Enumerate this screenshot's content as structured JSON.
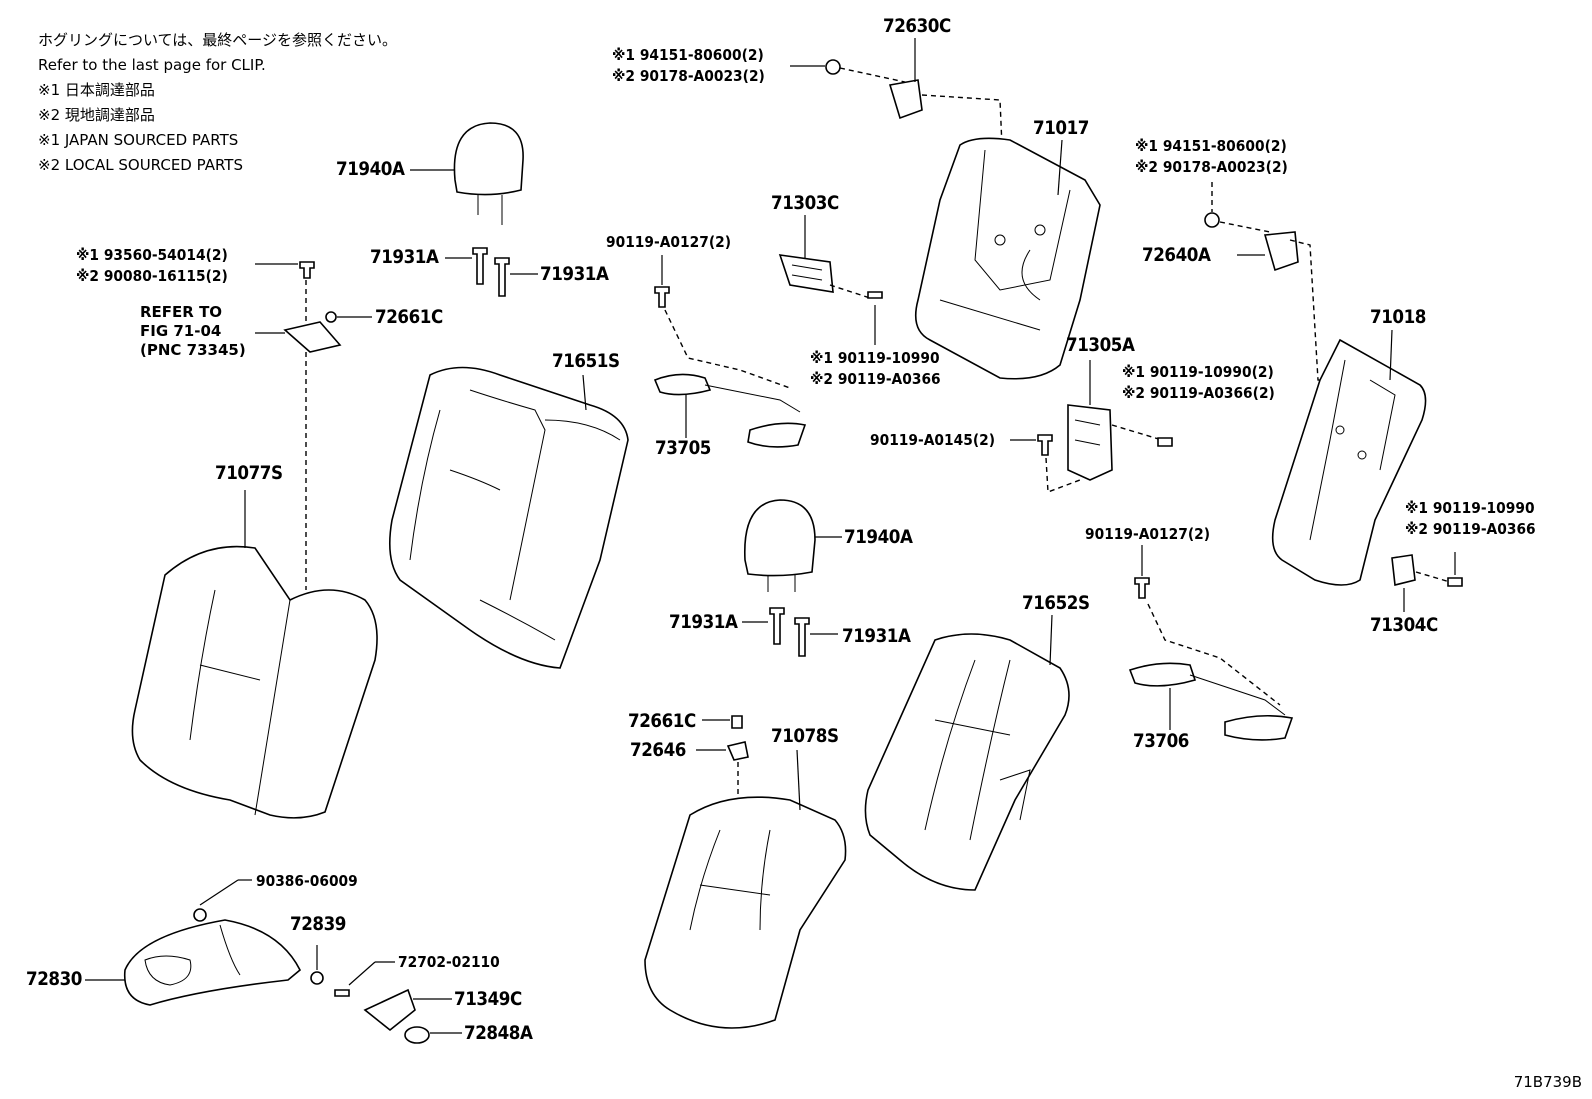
{
  "notes": [
    "ホグリングについては、最終ページを参照ください。",
    "Refer to the last page for CLIP.",
    "※1 日本調達部品",
    "※2 現地調達部品",
    "※1 JAPAN SOURCED PARTS",
    "※2 LOCAL SOURCED PARTS"
  ],
  "reference": [
    "REFER TO",
    "FIG 71-04",
    "(PNC 73345)"
  ],
  "labels": {
    "l72630C": "72630C",
    "l71017": "71017",
    "l71940A_a": "71940A",
    "l71931A_a": "71931A",
    "l71931A_b": "71931A",
    "l72661C_a": "72661C",
    "l71303C": "71303C",
    "l71651S": "71651S",
    "l71077S": "71077S",
    "l73705": "73705",
    "l72640A": "72640A",
    "l71018": "71018",
    "l71305A": "71305A",
    "l71940A_b": "71940A",
    "l71931A_c": "71931A",
    "l71931A_d": "71931A",
    "l72661C_b": "72661C",
    "l72646": "72646",
    "l71078S": "71078S",
    "l71652S": "71652S",
    "l73706": "73706",
    "l71304C": "71304C",
    "l72830": "72830",
    "l72839": "72839",
    "l71349C": "71349C",
    "l72848A": "72848A",
    "l90386": "90386-06009",
    "l72702": "72702-02110",
    "l90119_0127a": "90119-A0127(2)",
    "l90119_0127b": "90119-A0127(2)",
    "l90119_0145": "90119-A0145(2)"
  },
  "pairs": {
    "p72630C": [
      "※1 94151-80600(2)",
      "※2 90178-A0023(2)"
    ],
    "p72640A": [
      "※1 94151-80600(2)",
      "※2 90178-A0023(2)"
    ],
    "p71931": [
      "※1 93560-54014(2)",
      "※2 90080-16115(2)"
    ],
    "p71303C": [
      "※1 90119-10990",
      "※2 90119-A0366"
    ],
    "p71305A": [
      "※1 90119-10990(2)",
      "※2 90119-A0366(2)"
    ],
    "p71304C": [
      "※1 90119-10990",
      "※2 90119-A0366"
    ]
  },
  "diagram_code": "71B739B"
}
